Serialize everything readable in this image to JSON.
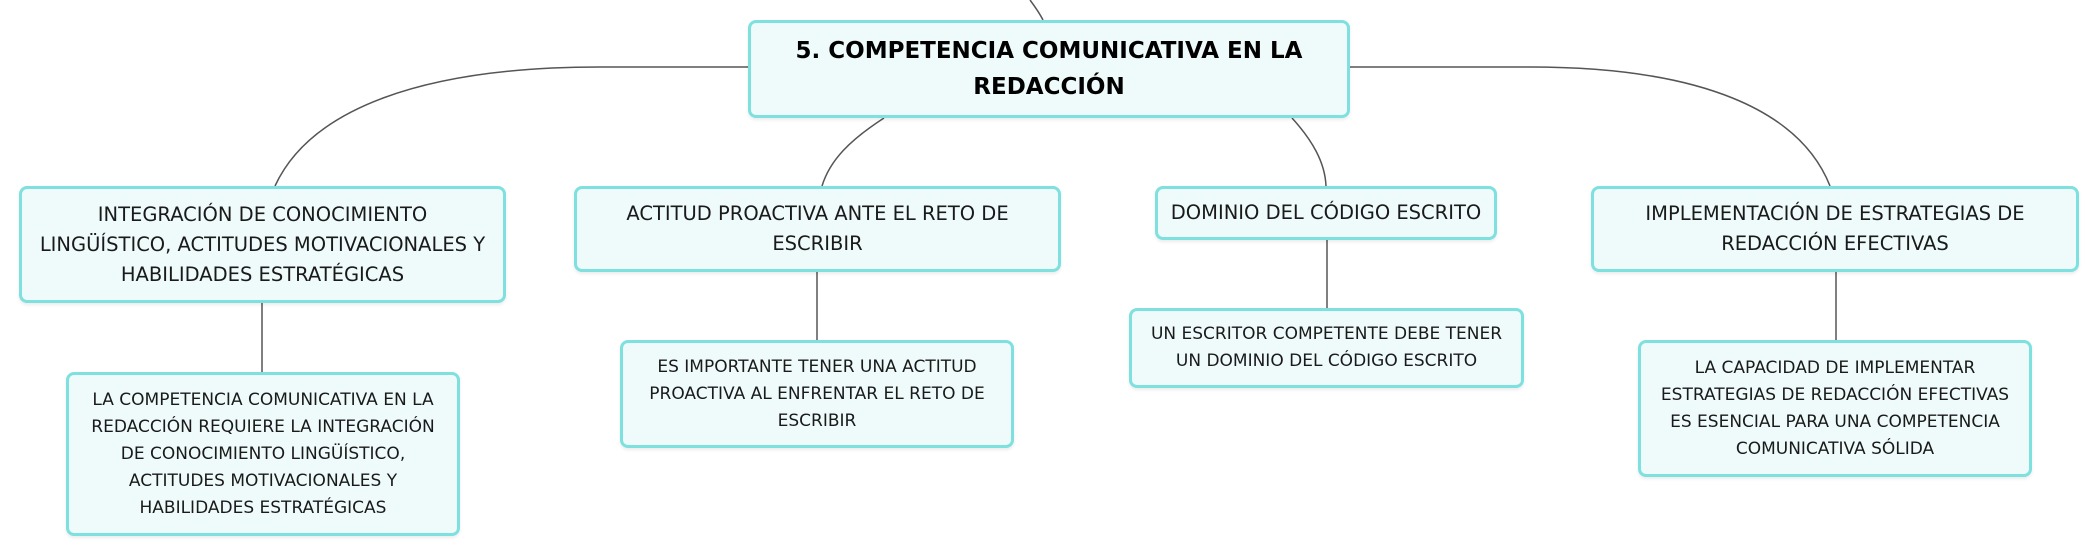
{
  "root": {
    "label": "5. COMPETENCIA COMUNICATIVA EN LA REDACCIÓN"
  },
  "branches": [
    {
      "topic": "INTEGRACIÓN DE CONOCIMIENTO LINGÜÍSTICO, ACTITUDES MOTIVACIONALES Y HABILIDADES ESTRATÉGICAS",
      "detail": "LA COMPETENCIA COMUNICATIVA EN LA REDACCIÓN REQUIERE LA INTEGRACIÓN DE CONOCIMIENTO LINGÜÍSTICO, ACTITUDES MOTIVACIONALES Y HABILIDADES ESTRATÉGICAS"
    },
    {
      "topic": "ACTITUD PROACTIVA ANTE EL RETO DE ESCRIBIR",
      "detail": "ES IMPORTANTE TENER UNA ACTITUD PROACTIVA AL ENFRENTAR EL RETO DE ESCRIBIR"
    },
    {
      "topic": "DOMINIO DEL CÓDIGO ESCRITO",
      "detail": "UN ESCRITOR COMPETENTE DEBE TENER UN DOMINIO DEL CÓDIGO ESCRITO"
    },
    {
      "topic": "IMPLEMENTACIÓN DE ESTRATEGIAS DE REDACCIÓN EFECTIVAS",
      "detail": "LA CAPACIDAD DE IMPLEMENTAR ESTRATEGIAS DE REDACCIÓN EFECTIVAS ES ESENCIAL PARA UNA COMPETENCIA COMUNICATIVA SÓLIDA"
    }
  ],
  "colors": {
    "node_fill": "#effbfb",
    "node_border": "#7fe0e0",
    "connector": "#555555"
  }
}
